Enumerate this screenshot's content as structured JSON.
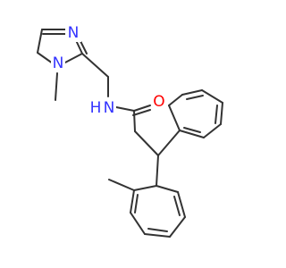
{
  "molecule": {
    "colors": {
      "bond": "#333333",
      "nitrogen": "#3333ff",
      "oxygen": "#ff0000",
      "background": "#ffffff"
    },
    "atom_labels": {
      "imidazole_n3": "N",
      "imidazole_n1": "N",
      "amide_n": "N",
      "amide_h": "H",
      "carbonyl_o": "O"
    }
  }
}
